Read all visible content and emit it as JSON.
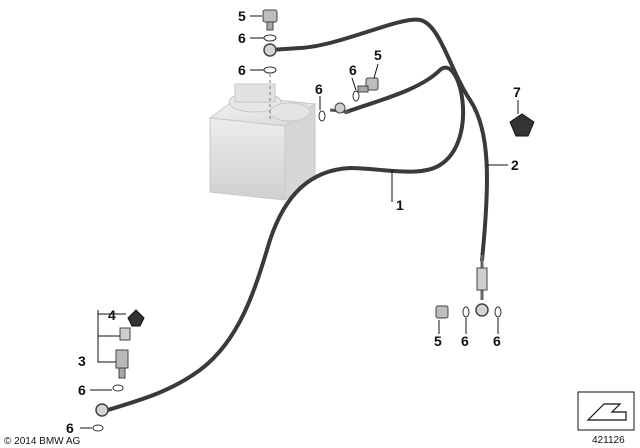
{
  "callouts": {
    "hose_1": "1",
    "hose_2": "2",
    "part_3": "3",
    "part_4": "4",
    "bolt_5_top": "5",
    "washer_6_top_a": "6",
    "washer_6_top_b": "6",
    "washer_6_mid_a": "6",
    "washer_6_mid_b": "6",
    "bolt_5_mid": "5",
    "part_7": "7",
    "bolt_5_right": "5",
    "washer_6_right_a": "6",
    "washer_6_right_b": "6",
    "washer_6_left_a": "6",
    "washer_6_left_b": "6"
  },
  "copyright": "© 2014 BMW AG",
  "diagram_id": "421126"
}
